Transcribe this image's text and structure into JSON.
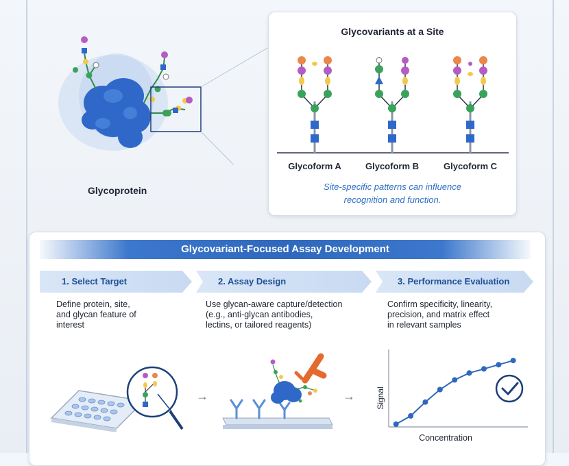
{
  "top": {
    "glycoprotein_label": "Glycoprotein",
    "site_card": {
      "title": "Glycovariants at a Site",
      "glycoforms": [
        "Glycoform A",
        "Glycoform B",
        "Glycoform C"
      ],
      "note_line1": "Site-specific patterns can influence",
      "note_line2": "recognition and function."
    }
  },
  "assay": {
    "banner": "Glycovariant-Focused Assay Development",
    "steps": [
      {
        "label": "1. Select Target",
        "desc": [
          "Define protein, site,",
          "and glycan feature of",
          "interest"
        ]
      },
      {
        "label": "2. Assay Design",
        "desc": [
          "Use glycan-aware capture/detection",
          "(e.g., anti-glycan antibodies,",
          "lectins, or tailored reagents)"
        ]
      },
      {
        "label": "3. Performance Evaluation",
        "desc": [
          "Confirm specificity, linearity,",
          "precision, and matrix effect",
          "in relevant samples"
        ]
      }
    ],
    "arrow_symbol": "→"
  },
  "chart_data": {
    "type": "scatter",
    "xlabel": "Concentration",
    "ylabel": "Signal",
    "x": [
      1,
      2,
      3,
      4,
      5,
      6,
      7,
      8,
      9
    ],
    "y": [
      1,
      4,
      9,
      13.5,
      17,
      19.5,
      21,
      22.5,
      24
    ],
    "xlim": [
      0.5,
      10
    ],
    "ylim": [
      0,
      28
    ],
    "grid": false
  },
  "colors": {
    "protein_blue": "#2f68c9",
    "glycan_green": "#3aa35a",
    "glycan_yellow": "#f2c94c",
    "glycan_purple": "#b45cc4",
    "glycan_orange": "#e9884a",
    "antibody_orange": "#e56a2e",
    "accent_blue": "#2f68bd"
  },
  "icons": [
    "plate-icon",
    "magnifier-icon",
    "antibody-icon",
    "check-circle-icon"
  ]
}
